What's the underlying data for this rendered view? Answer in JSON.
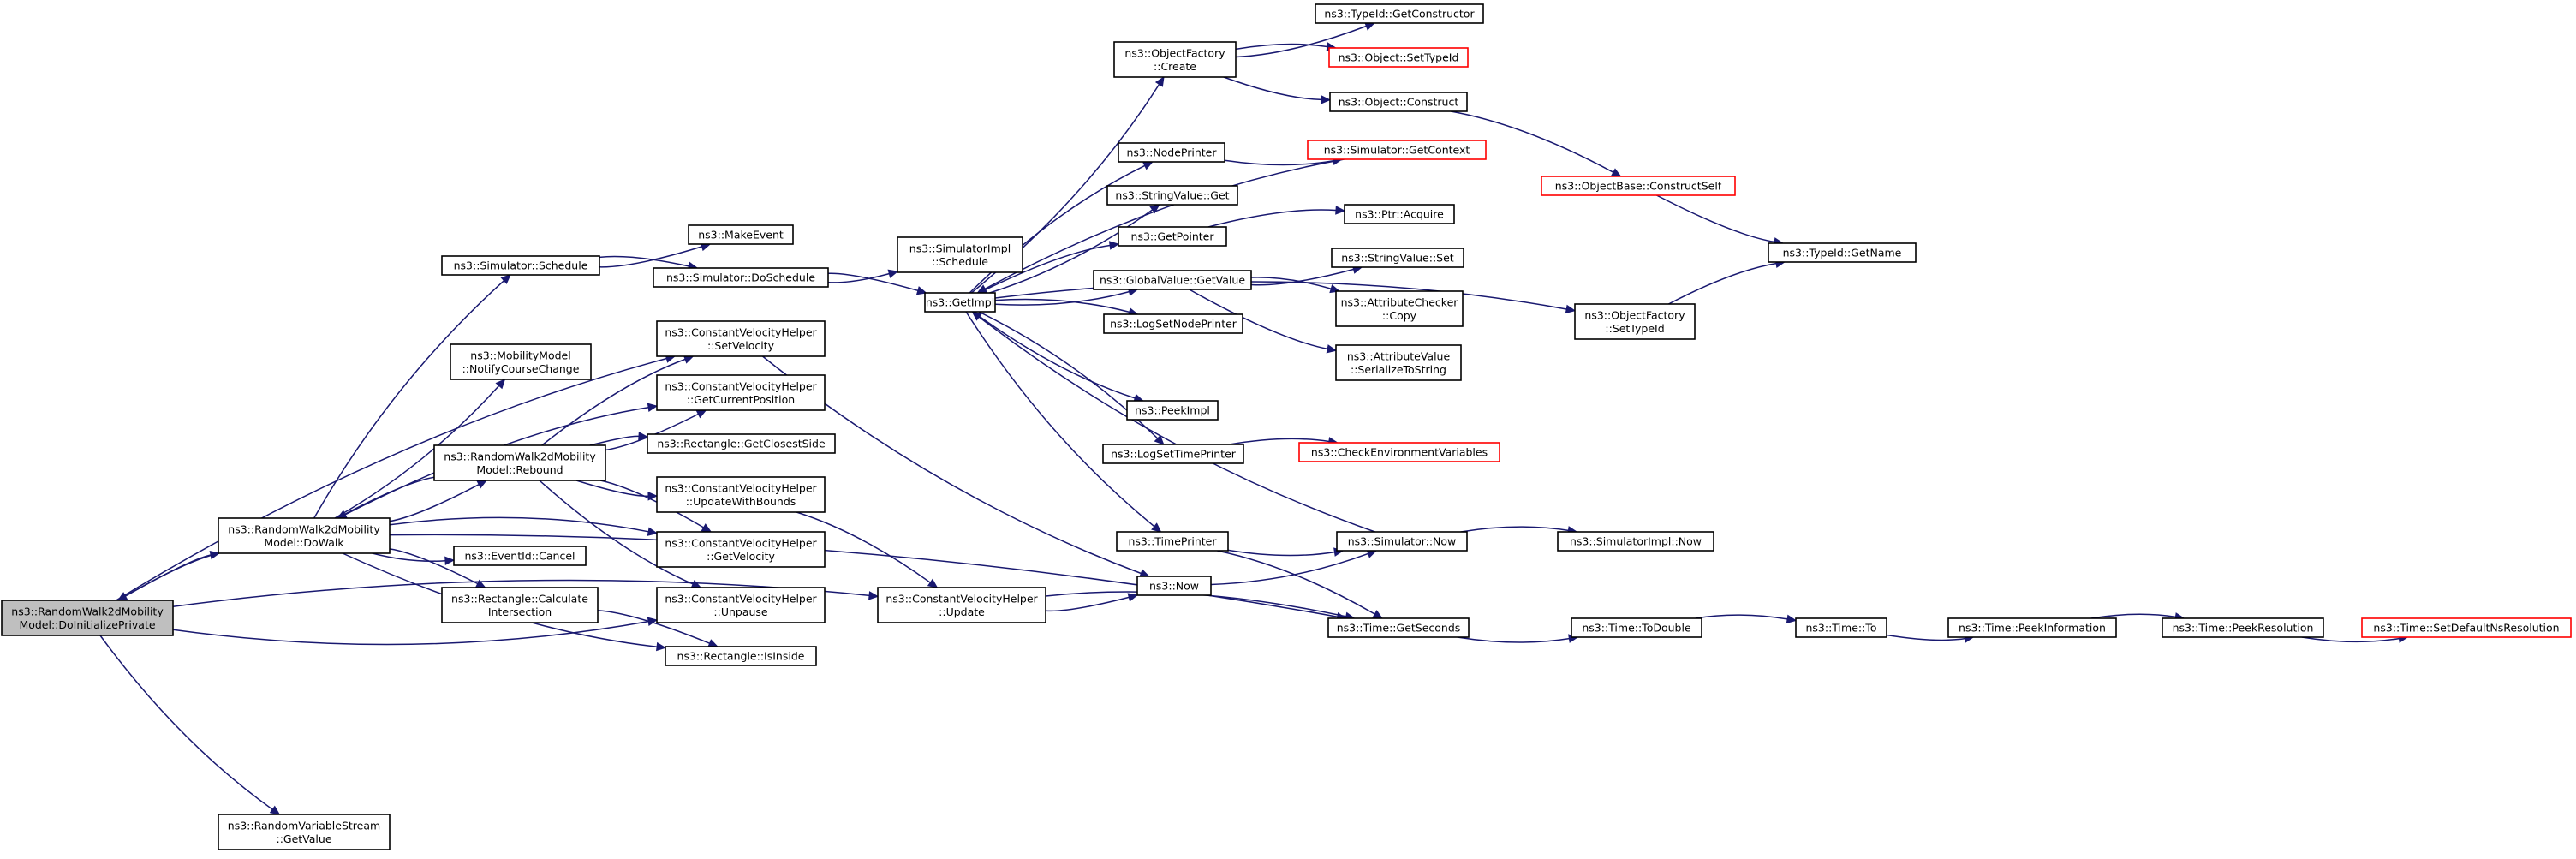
{
  "nodes": [
    {
      "id": "root",
      "lines": [
        "ns3::RandomWalk2dMobility",
        "Model::DoInitializePrivate"
      ],
      "style": "root"
    },
    {
      "id": "dowalk",
      "lines": [
        "ns3::RandomWalk2dMobility",
        "Model::DoWalk"
      ],
      "style": "normal"
    },
    {
      "id": "rvs_getvalue",
      "lines": [
        "ns3::RandomVariableStream",
        "::GetValue"
      ],
      "style": "normal"
    },
    {
      "id": "sim_schedule",
      "lines": [
        "ns3::Simulator::Schedule"
      ],
      "style": "normal"
    },
    {
      "id": "mm_notify",
      "lines": [
        "ns3::MobilityModel",
        "::NotifyCourseChange"
      ],
      "style": "normal"
    },
    {
      "id": "rebound",
      "lines": [
        "ns3::RandomWalk2dMobility",
        "Model::Rebound"
      ],
      "style": "normal"
    },
    {
      "id": "eventid_cancel",
      "lines": [
        "ns3::EventId::Cancel"
      ],
      "style": "normal"
    },
    {
      "id": "rect_calc",
      "lines": [
        "ns3::Rectangle::Calculate",
        "Intersection"
      ],
      "style": "normal"
    },
    {
      "id": "makeevent",
      "lines": [
        "ns3::MakeEvent"
      ],
      "style": "normal"
    },
    {
      "id": "sim_doschedule",
      "lines": [
        "ns3::Simulator::DoSchedule"
      ],
      "style": "normal"
    },
    {
      "id": "cvh_setvelocity",
      "lines": [
        "ns3::ConstantVelocityHelper",
        "::SetVelocity"
      ],
      "style": "normal"
    },
    {
      "id": "cvh_getcurpos",
      "lines": [
        "ns3::ConstantVelocityHelper",
        "::GetCurrentPosition"
      ],
      "style": "normal"
    },
    {
      "id": "rect_closest",
      "lines": [
        "ns3::Rectangle::GetClosestSide"
      ],
      "style": "normal"
    },
    {
      "id": "cvh_updbounds",
      "lines": [
        "ns3::ConstantVelocityHelper",
        "::UpdateWithBounds"
      ],
      "style": "normal"
    },
    {
      "id": "cvh_getvelocity",
      "lines": [
        "ns3::ConstantVelocityHelper",
        "::GetVelocity"
      ],
      "style": "normal"
    },
    {
      "id": "cvh_unpause",
      "lines": [
        "ns3::ConstantVelocityHelper",
        "::Unpause"
      ],
      "style": "normal"
    },
    {
      "id": "rect_isinside",
      "lines": [
        "ns3::Rectangle::IsInside"
      ],
      "style": "normal"
    },
    {
      "id": "simimpl_schedule",
      "lines": [
        "ns3::SimulatorImpl",
        "::Schedule"
      ],
      "style": "normal"
    },
    {
      "id": "getimpl",
      "lines": [
        "ns3::GetImpl"
      ],
      "style": "normal"
    },
    {
      "id": "cvh_update",
      "lines": [
        "ns3::ConstantVelocityHelper",
        "::Update"
      ],
      "style": "normal"
    },
    {
      "id": "of_create",
      "lines": [
        "ns3::ObjectFactory",
        "::Create"
      ],
      "style": "normal"
    },
    {
      "id": "nodeprinter",
      "lines": [
        "ns3::NodePrinter"
      ],
      "style": "normal"
    },
    {
      "id": "stringvalue_get",
      "lines": [
        "ns3::StringValue::Get"
      ],
      "style": "normal"
    },
    {
      "id": "getpointer",
      "lines": [
        "ns3::GetPointer"
      ],
      "style": "normal"
    },
    {
      "id": "gv_getvalue",
      "lines": [
        "ns3::GlobalValue::GetValue"
      ],
      "style": "normal"
    },
    {
      "id": "logsetnodeprinter",
      "lines": [
        "ns3::LogSetNodePrinter"
      ],
      "style": "normal"
    },
    {
      "id": "peekimpl",
      "lines": [
        "ns3::PeekImpl"
      ],
      "style": "normal"
    },
    {
      "id": "logsettimeprinter",
      "lines": [
        "ns3::LogSetTimePrinter"
      ],
      "style": "normal"
    },
    {
      "id": "timeprinter",
      "lines": [
        "ns3::TimePrinter"
      ],
      "style": "normal"
    },
    {
      "id": "now",
      "lines": [
        "ns3::Now"
      ],
      "style": "normal"
    },
    {
      "id": "typeid_getctor",
      "lines": [
        "ns3::TypeId::GetConstructor"
      ],
      "style": "normal"
    },
    {
      "id": "object_settypeid",
      "lines": [
        "ns3::Object::SetTypeId"
      ],
      "style": "red"
    },
    {
      "id": "object_construct",
      "lines": [
        "ns3::Object::Construct"
      ],
      "style": "normal"
    },
    {
      "id": "sim_getcontext",
      "lines": [
        "ns3::Simulator::GetContext"
      ],
      "style": "red"
    },
    {
      "id": "ptr_acquire",
      "lines": [
        "ns3::Ptr::Acquire"
      ],
      "style": "normal"
    },
    {
      "id": "stringvalue_set",
      "lines": [
        "ns3::StringValue::Set"
      ],
      "style": "normal"
    },
    {
      "id": "attrchecker_copy",
      "lines": [
        "ns3::AttributeChecker",
        "::Copy"
      ],
      "style": "normal"
    },
    {
      "id": "attrvalue_ser",
      "lines": [
        "ns3::AttributeValue",
        "::SerializeToString"
      ],
      "style": "normal"
    },
    {
      "id": "checkenv",
      "lines": [
        "ns3::CheckEnvironmentVariables"
      ],
      "style": "red"
    },
    {
      "id": "sim_now",
      "lines": [
        "ns3::Simulator::Now"
      ],
      "style": "normal"
    },
    {
      "id": "time_getseconds",
      "lines": [
        "ns3::Time::GetSeconds"
      ],
      "style": "normal"
    },
    {
      "id": "objectbase_constructself",
      "lines": [
        "ns3::ObjectBase::ConstructSelf"
      ],
      "style": "red"
    },
    {
      "id": "of_settypeid",
      "lines": [
        "ns3::ObjectFactory",
        "::SetTypeId"
      ],
      "style": "normal"
    },
    {
      "id": "typeid_getname",
      "lines": [
        "ns3::TypeId::GetName"
      ],
      "style": "normal"
    },
    {
      "id": "simimpl_now",
      "lines": [
        "ns3::SimulatorImpl::Now"
      ],
      "style": "normal"
    },
    {
      "id": "time_todouble",
      "lines": [
        "ns3::Time::ToDouble"
      ],
      "style": "normal"
    },
    {
      "id": "time_to",
      "lines": [
        "ns3::Time::To"
      ],
      "style": "normal"
    },
    {
      "id": "time_peekinfo",
      "lines": [
        "ns3::Time::PeekInformation"
      ],
      "style": "normal"
    },
    {
      "id": "time_peekres",
      "lines": [
        "ns3::Time::PeekResolution"
      ],
      "style": "normal"
    },
    {
      "id": "time_setdefault",
      "lines": [
        "ns3::Time::SetDefaultNsResolution"
      ],
      "style": "red"
    }
  ],
  "edges": [
    [
      "root",
      "dowalk"
    ],
    [
      "root",
      "rvs_getvalue"
    ],
    [
      "root",
      "cvh_setvelocity"
    ],
    [
      "root",
      "cvh_unpause"
    ],
    [
      "root",
      "cvh_update"
    ],
    [
      "dowalk",
      "root"
    ],
    [
      "dowalk",
      "sim_schedule"
    ],
    [
      "dowalk",
      "mm_notify"
    ],
    [
      "dowalk",
      "cvh_getcurpos"
    ],
    [
      "dowalk",
      "rebound"
    ],
    [
      "dowalk",
      "cvh_getvelocity"
    ],
    [
      "dowalk",
      "eventid_cancel"
    ],
    [
      "dowalk",
      "rect_calc"
    ],
    [
      "dowalk",
      "rect_isinside"
    ],
    [
      "dowalk",
      "time_getseconds"
    ],
    [
      "sim_schedule",
      "makeevent"
    ],
    [
      "sim_schedule",
      "sim_doschedule"
    ],
    [
      "sim_doschedule",
      "simimpl_schedule"
    ],
    [
      "sim_doschedule",
      "getimpl"
    ],
    [
      "rebound",
      "dowalk"
    ],
    [
      "rebound",
      "cvh_setvelocity"
    ],
    [
      "rebound",
      "cvh_getcurpos"
    ],
    [
      "rebound",
      "rect_closest"
    ],
    [
      "rebound",
      "cvh_updbounds"
    ],
    [
      "rebound",
      "cvh_getvelocity"
    ],
    [
      "rebound",
      "cvh_unpause"
    ],
    [
      "rect_calc",
      "rect_isinside"
    ],
    [
      "cvh_setvelocity",
      "now"
    ],
    [
      "cvh_updbounds",
      "cvh_update"
    ],
    [
      "cvh_update",
      "now"
    ],
    [
      "cvh_update",
      "time_getseconds"
    ],
    [
      "getimpl",
      "of_create"
    ],
    [
      "getimpl",
      "nodeprinter"
    ],
    [
      "getimpl",
      "stringvalue_get"
    ],
    [
      "getimpl",
      "getpointer"
    ],
    [
      "getimpl",
      "gv_getvalue"
    ],
    [
      "getimpl",
      "logsetnodeprinter"
    ],
    [
      "getimpl",
      "peekimpl"
    ],
    [
      "getimpl",
      "logsettimeprinter"
    ],
    [
      "getimpl",
      "timeprinter"
    ],
    [
      "getimpl",
      "of_settypeid"
    ],
    [
      "sim_getcontext",
      "getimpl"
    ],
    [
      "sim_now",
      "getimpl"
    ],
    [
      "of_create",
      "typeid_getctor"
    ],
    [
      "of_create",
      "object_settypeid"
    ],
    [
      "of_create",
      "object_construct"
    ],
    [
      "object_construct",
      "objectbase_constructself"
    ],
    [
      "nodeprinter",
      "sim_getcontext"
    ],
    [
      "getpointer",
      "ptr_acquire"
    ],
    [
      "gv_getvalue",
      "stringvalue_set"
    ],
    [
      "gv_getvalue",
      "attrchecker_copy"
    ],
    [
      "gv_getvalue",
      "attrvalue_ser"
    ],
    [
      "logsettimeprinter",
      "checkenv"
    ],
    [
      "timeprinter",
      "sim_now"
    ],
    [
      "timeprinter",
      "time_getseconds"
    ],
    [
      "now",
      "sim_now"
    ],
    [
      "sim_now",
      "simimpl_now"
    ],
    [
      "objectbase_constructself",
      "typeid_getname"
    ],
    [
      "of_settypeid",
      "typeid_getname"
    ],
    [
      "time_getseconds",
      "time_todouble"
    ],
    [
      "time_todouble",
      "time_to"
    ],
    [
      "time_to",
      "time_peekinfo"
    ],
    [
      "time_peekinfo",
      "time_peekres"
    ],
    [
      "time_peekres",
      "time_setdefault"
    ]
  ]
}
